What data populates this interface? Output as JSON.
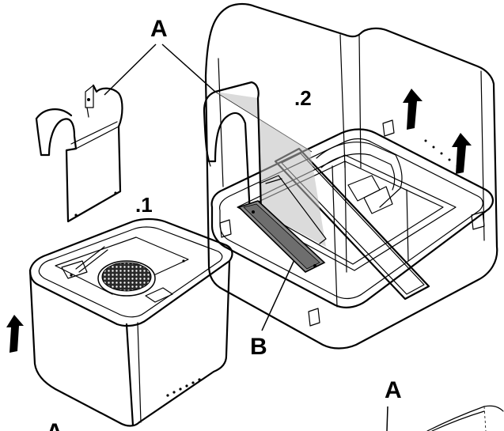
{
  "labels": {
    "part_a": "A",
    "part_b": "B",
    "step_1": ".1",
    "step_2": ".2"
  },
  "colors": {
    "line": "#000000",
    "panel_fill": "#bdbdbd",
    "filter_fill": "#8c8c8c"
  }
}
